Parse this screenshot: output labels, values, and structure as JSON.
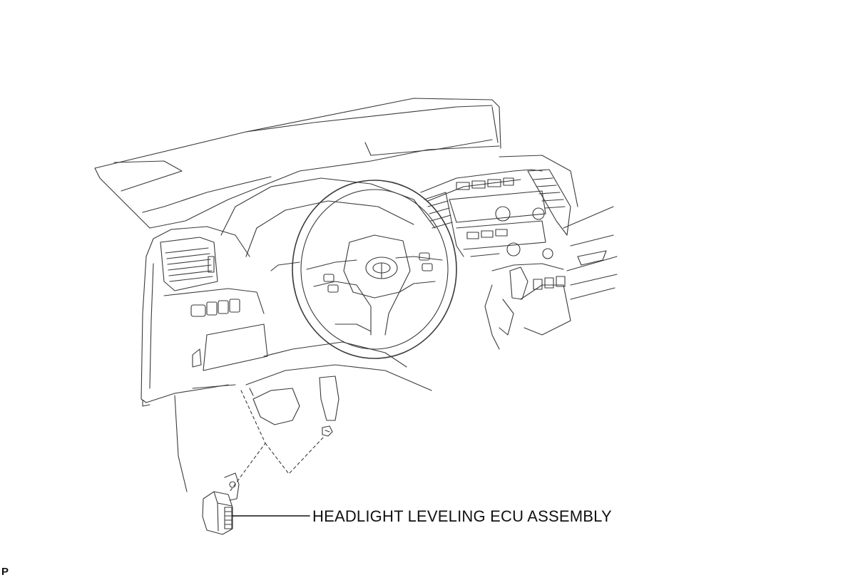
{
  "diagram": {
    "callout_label": "HEADLIGHT LEVELING ECU ASSEMBLY",
    "corner_mark": "P",
    "emblem": "toyota-emblem"
  }
}
